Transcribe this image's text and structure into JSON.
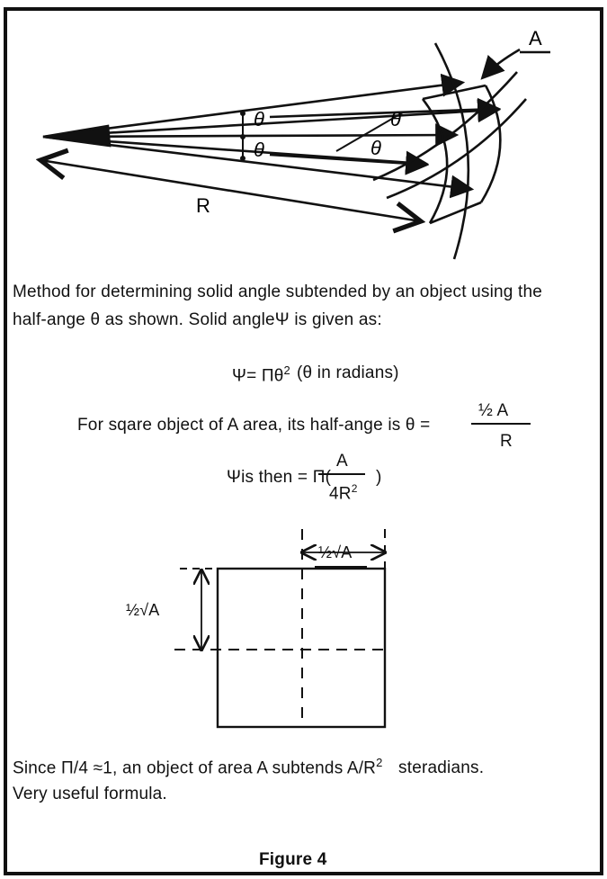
{
  "diagram": {
    "label_A": "A",
    "label_R": "R",
    "label_theta": "θ"
  },
  "caption": {
    "line1": "Method for determining solid angle subtended by an object using the",
    "line2": "half-ange θ as shown. Solid angleΨ is given as:"
  },
  "formulas": {
    "psi_eq": "Ψ= Πθ",
    "psi_exp": "2",
    "psi_note": "(θ in radians)",
    "square_text": "For sqare object of A area, its half-ange is θ =",
    "frac1_num": "½  A",
    "frac1_den": "R",
    "psi_then": "Ψis then =  Π(",
    "frac2_num": "A",
    "frac2_den": "4R",
    "frac2_exp": "2",
    "close_paren": ")"
  },
  "square": {
    "top_label": "½√A",
    "side_label": "½√A"
  },
  "conclusion": {
    "line1_a": "Since  Π/4 ≈1,  an  object  of  area  A  subtends  A/R",
    "line1_exp": "2",
    "line1_b": "steradians.",
    "line2": "Very useful formula."
  },
  "figure_label": "Figure 4"
}
